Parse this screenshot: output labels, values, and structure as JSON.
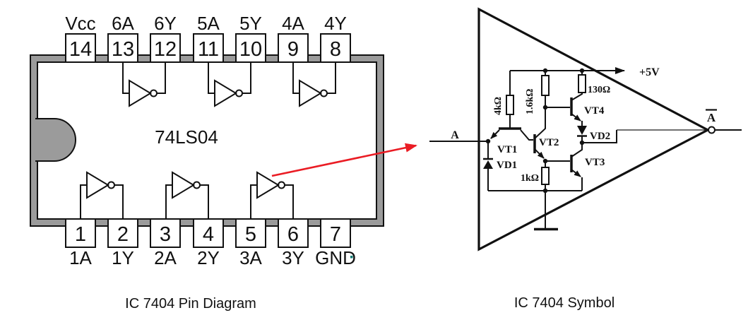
{
  "colors": {
    "red": "#ea1c24",
    "chip_gray": "#9b9b9b",
    "teal_artifact": "#0e7a72"
  },
  "pin_diagram": {
    "caption": "IC 7404 Pin Diagram",
    "chip_label": "74LS04",
    "top_pins": [
      {
        "label": "Vcc",
        "number": "14"
      },
      {
        "label": "6A",
        "number": "13"
      },
      {
        "label": "6Y",
        "number": "12"
      },
      {
        "label": "5A",
        "number": "11"
      },
      {
        "label": "5Y",
        "number": "10"
      },
      {
        "label": "4A",
        "number": "9"
      },
      {
        "label": "4Y",
        "number": "8"
      }
    ],
    "bottom_pins": [
      {
        "number": "1",
        "label": "1A"
      },
      {
        "number": "2",
        "label": "1Y"
      },
      {
        "number": "3",
        "label": "2A"
      },
      {
        "number": "4",
        "label": "2Y"
      },
      {
        "number": "5",
        "label": "3A"
      },
      {
        "number": "6",
        "label": "3Y"
      },
      {
        "number": "7",
        "label": "GND"
      }
    ]
  },
  "symbol_diagram": {
    "caption": "IC 7404 Symbol",
    "input_label": "A",
    "output_label": "A",
    "supply_label": "+5V",
    "resistor_4k": "4kΩ",
    "resistor_1k6": "1.6kΩ",
    "resistor_130": "130Ω",
    "resistor_1k": "1kΩ",
    "vt1": "VT1",
    "vt2": "VT2",
    "vt3": "VT3",
    "vt4": "VT4",
    "vd1": "VD1",
    "vd2": "VD2"
  }
}
